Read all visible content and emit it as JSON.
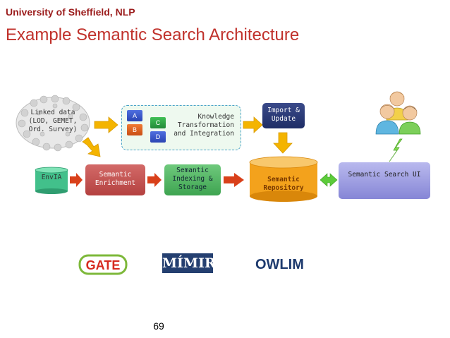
{
  "header": {
    "organization": "University of Sheffield, NLP",
    "title": "Example Semantic Search Architecture"
  },
  "diagram": {
    "linked_data": "Linked data (LOD, GEMET, Ord. Survey)",
    "cubes": [
      "A",
      "B",
      "C",
      "D"
    ],
    "knowledge": "Knowledge Transformation and Integration",
    "import_update": "Import & Update",
    "envia": "EnvIA",
    "enrichment": "Semantic Enrichment",
    "indexing": "Semantic Indexing & Storage",
    "repository": "Semantic Repository",
    "search_ui": "Semantic Search UI"
  },
  "logos": {
    "gate": "GATE",
    "mimir": "MÍMIR",
    "owlim": "OWLIM"
  },
  "page_number": "69",
  "colors": {
    "title": "#c0312b",
    "arrow_orange": "#f4b400",
    "arrow_red": "#d9401a",
    "arrow_green": "#5ccb3a"
  }
}
